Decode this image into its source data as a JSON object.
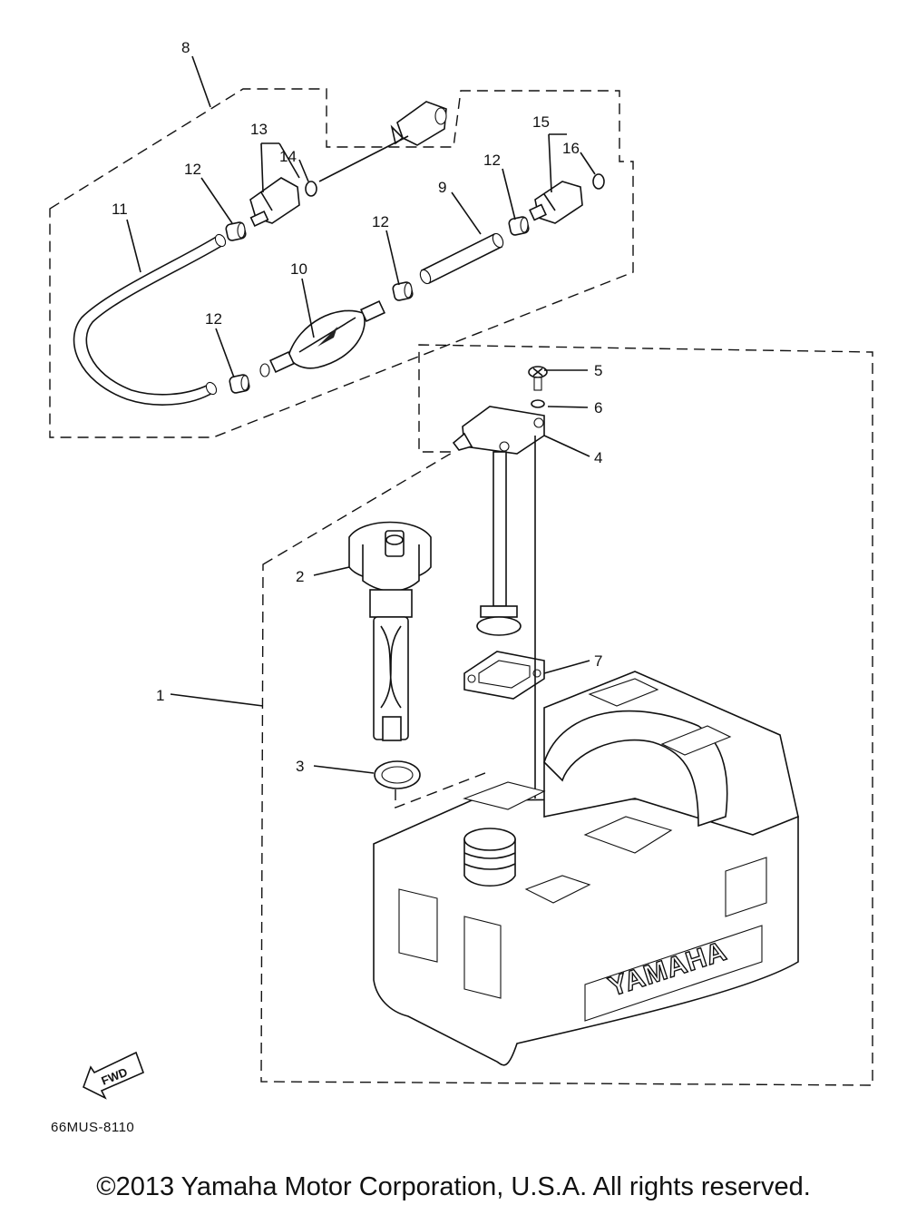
{
  "diagram": {
    "callouts": {
      "p1": "1",
      "p2": "2",
      "p3": "3",
      "p4": "4",
      "p5": "5",
      "p6": "6",
      "p7": "7",
      "p8": "8",
      "p9": "9",
      "p10": "10",
      "p11": "11",
      "p12a": "12",
      "p12b": "12",
      "p12c": "12",
      "p12d": "12",
      "p13": "13",
      "p14": "14",
      "p15": "15",
      "p16": "16"
    },
    "tank_brand": "YAMAHA",
    "fwd_label": "FWD",
    "drawing_code": "66MUS-8110"
  },
  "footer": {
    "copyright": "©2013 Yamaha Motor Corporation, U.S.A. All rights reserved."
  }
}
